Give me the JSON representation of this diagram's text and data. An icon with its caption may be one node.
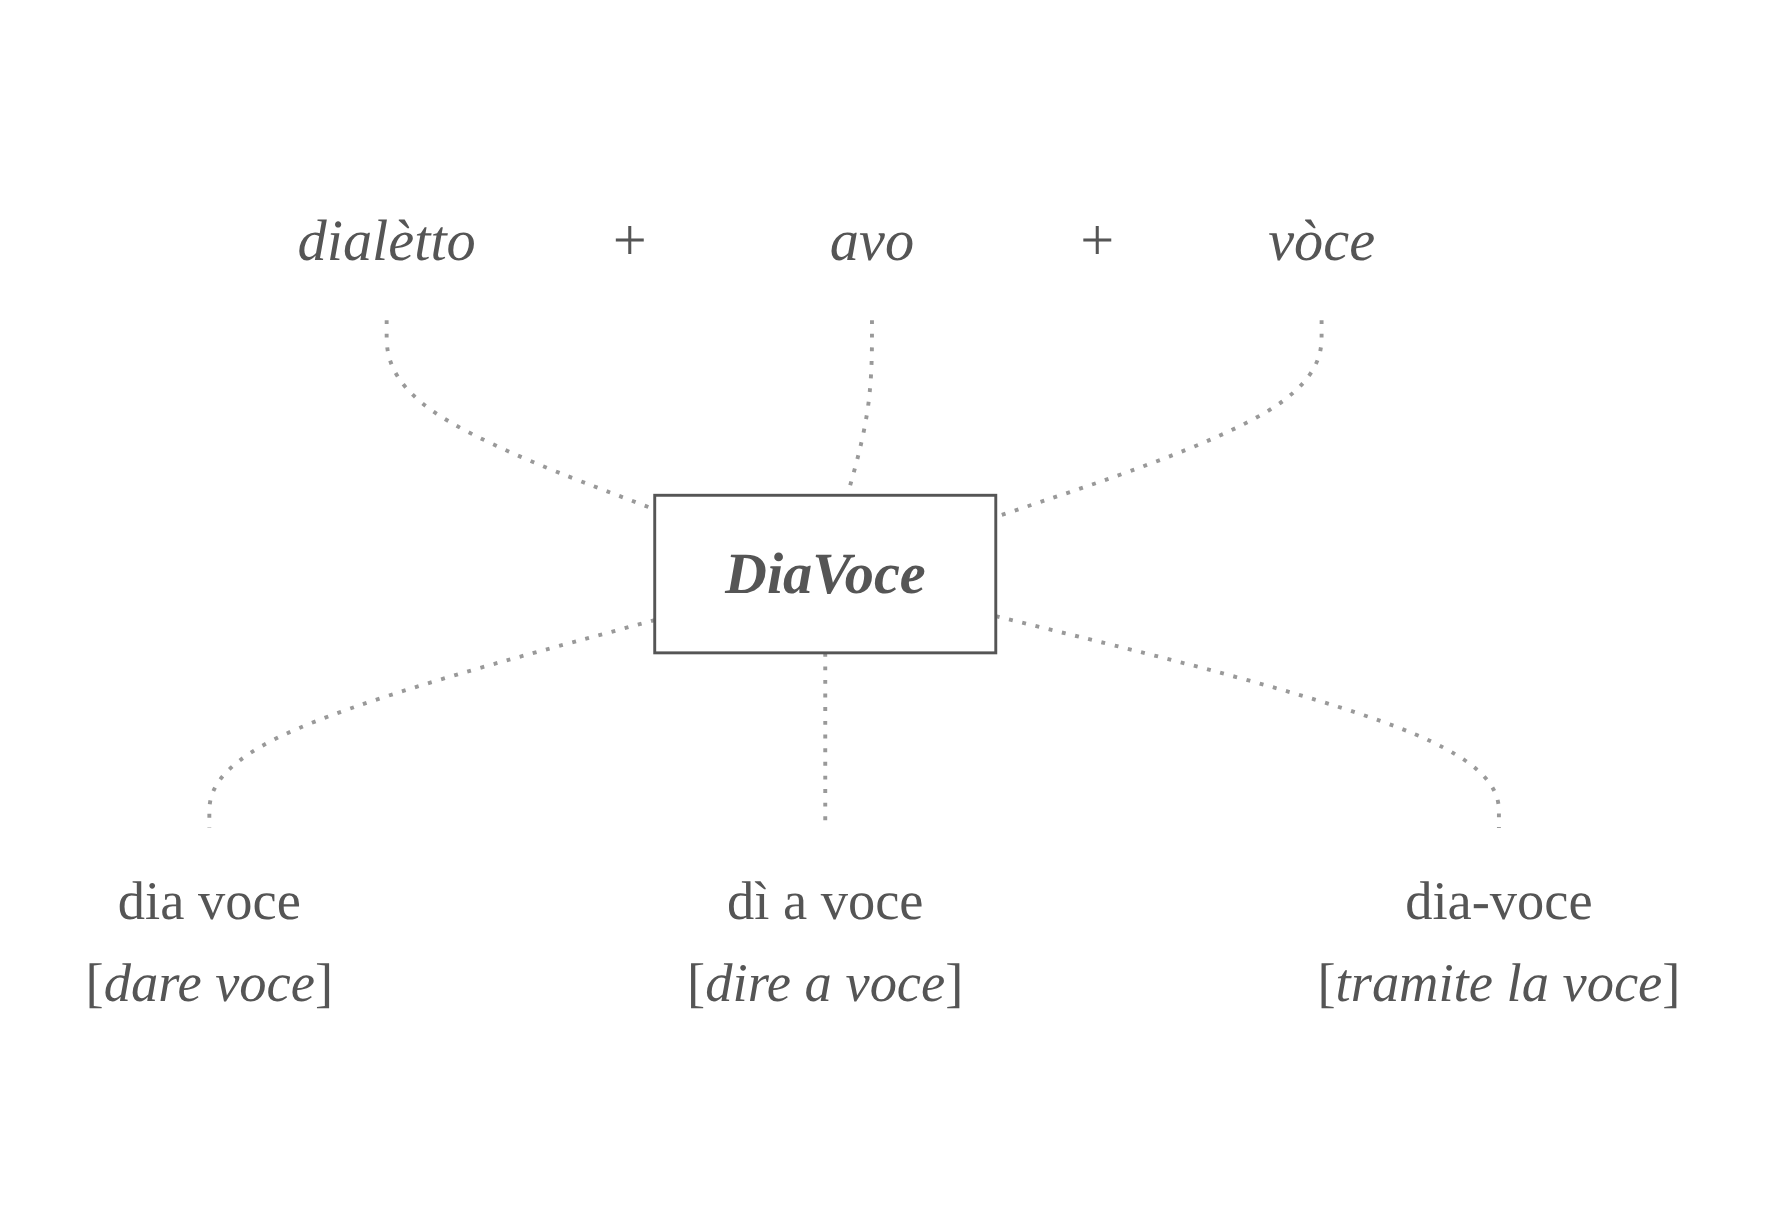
{
  "diagram": {
    "nodes": [
      {
        "text": [
          "dialètto"
        ]
      },
      {
        "text": [
          "avo"
        ]
      },
      {
        "text": [
          "vòce"
        ]
      },
      {
        "text": [
          "DiaVoce"
        ]
      },
      {
        "text": [
          "dia voce",
          "[*dare voce*]"
        ]
      },
      {
        "text": [
          "dì a voce",
          "[*dire a voce*]"
        ]
      },
      {
        "text": [
          "dia-voce",
          "[*tramite la voce*]"
        ]
      }
    ],
    "edges": [
      {
        "from": 0,
        "to": 3,
        "arrow": "none",
        "style": "dashed"
      },
      {
        "from": 1,
        "to": 3,
        "arrow": "none",
        "style": "dashed"
      },
      {
        "from": 2,
        "to": 3,
        "arrow": "none",
        "style": "dashed"
      },
      {
        "from": 3,
        "to": 4,
        "arrow": "none",
        "style": "dashed"
      },
      {
        "from": 3,
        "to": 5,
        "arrow": "none",
        "style": "dashed"
      },
      {
        "from": 3,
        "to": 6,
        "arrow": "none",
        "style": "dashed"
      }
    ],
    "labels": [
      "+",
      "+"
    ]
  }
}
